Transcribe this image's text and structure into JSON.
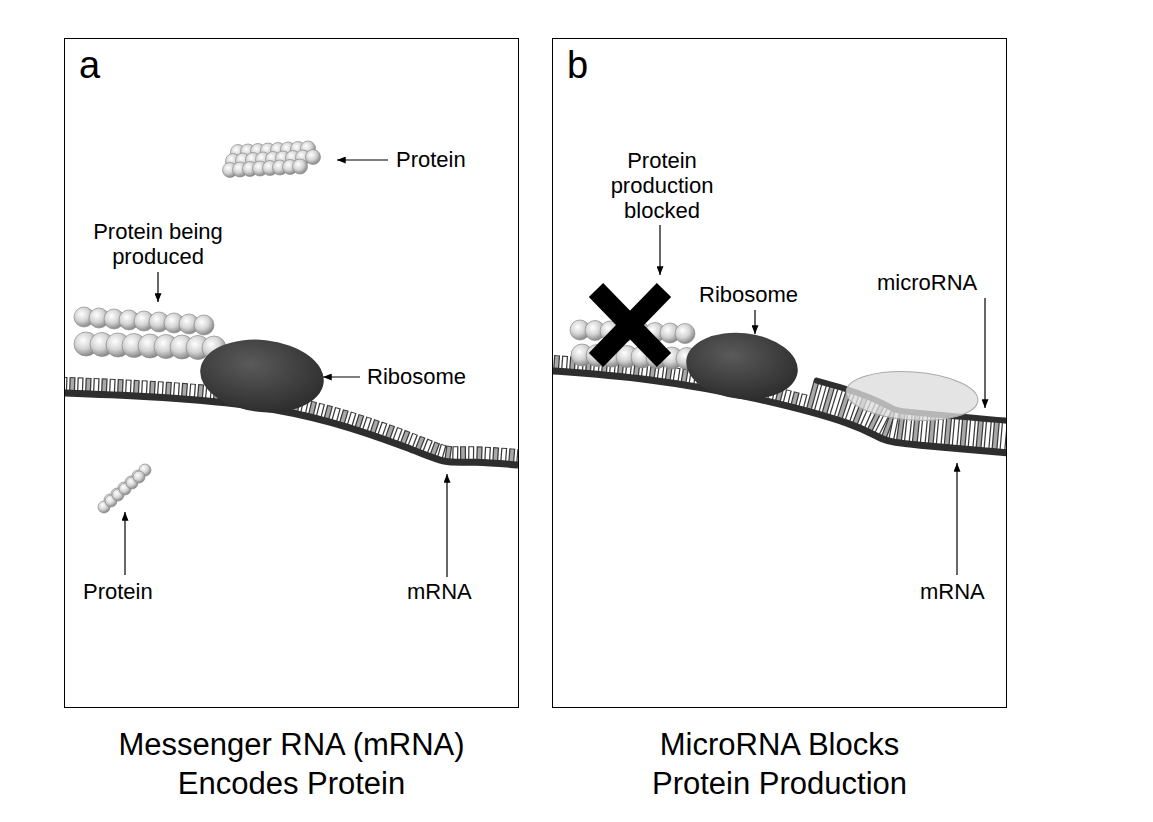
{
  "diagram": {
    "nodes": [
      {
        "text": [
          "a",
          "Messenger RNA (mRNA) Encodes Protein"
        ]
      },
      {
        "text": [
          "b",
          "MicroRNA Blocks Protein Production"
        ]
      }
    ],
    "labels": [
      "Protein",
      "Protein being produced",
      "Ribosome",
      "Protein",
      "mRNA",
      "Protein production blocked",
      "Ribosome",
      "microRNA",
      "mRNA"
    ]
  }
}
